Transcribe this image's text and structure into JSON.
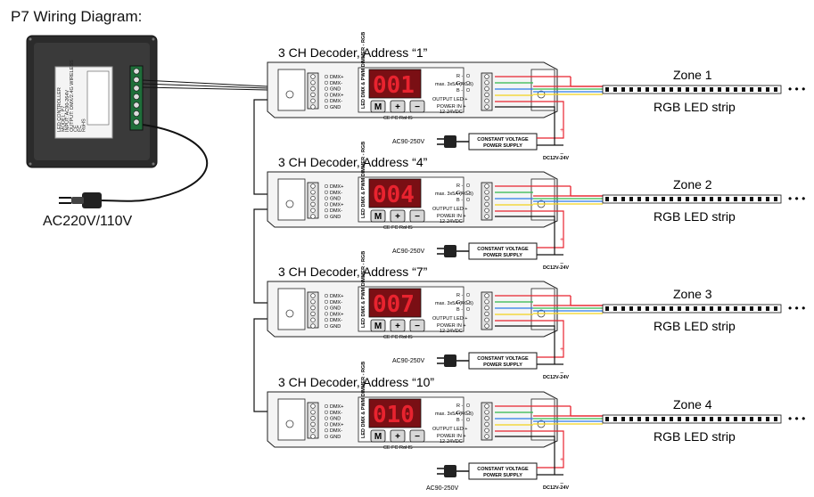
{
  "diagram": {
    "title": "P7 Wiring Diagram:",
    "controller": {
      "mains_label": "AC220V/110V",
      "label_lines": [
        "LED CONTROLLER",
        "MODEL: P7",
        "INPUT: AC90-264V",
        "OUTPUT: DMX/2.4G WIRELESS",
        "CE",
        "FC",
        "RoHS"
      ]
    },
    "decoders": [
      {
        "heading": "3 CH Decoder, Address “1”",
        "display": "001"
      },
      {
        "heading": "3 CH Decoder, Address “4”",
        "display": "004"
      },
      {
        "heading": "3 CH Decoder, Address “7”",
        "display": "007"
      },
      {
        "heading": "3 CH Decoder, Address “10”",
        "display": "010"
      }
    ],
    "decoder_common": {
      "dmx_terminals": [
        "DMX+",
        "DMX-",
        "GND",
        "DMX+",
        "DMX-",
        "GND"
      ],
      "product_name": "LED DMX & PWM DIMMER - RGB",
      "buttons": [
        "M",
        "+",
        "−"
      ],
      "cert": "CE FC RoHS",
      "rating": "max. 3x5A (RGB)",
      "out_terminals": [
        "R -",
        "G -",
        "B -"
      ],
      "output_led": "OUTPUT LED +",
      "power_in": "POWER IN +",
      "power_in_range": "12-24VDC"
    },
    "power_supply": {
      "label_line1": "CONSTANT VOLTAGE",
      "label_line2": "POWER SUPPLY",
      "ac_label": "AC90-250V",
      "dc_label": "DC12V-24V",
      "plus": "+",
      "minus": "−"
    },
    "zones": [
      {
        "name": "Zone 1",
        "strip": "RGB LED strip"
      },
      {
        "name": "Zone 2",
        "strip": "RGB LED strip"
      },
      {
        "name": "Zone 3",
        "strip": "RGB LED strip"
      },
      {
        "name": "Zone 4",
        "strip": "RGB LED strip"
      }
    ],
    "ellipsis": "• • •",
    "wire_colors": {
      "red": "#e8232f",
      "green": "#2db84a",
      "blue": "#2b7be6",
      "yellow": "#f2d21b",
      "black": "#111111"
    }
  }
}
